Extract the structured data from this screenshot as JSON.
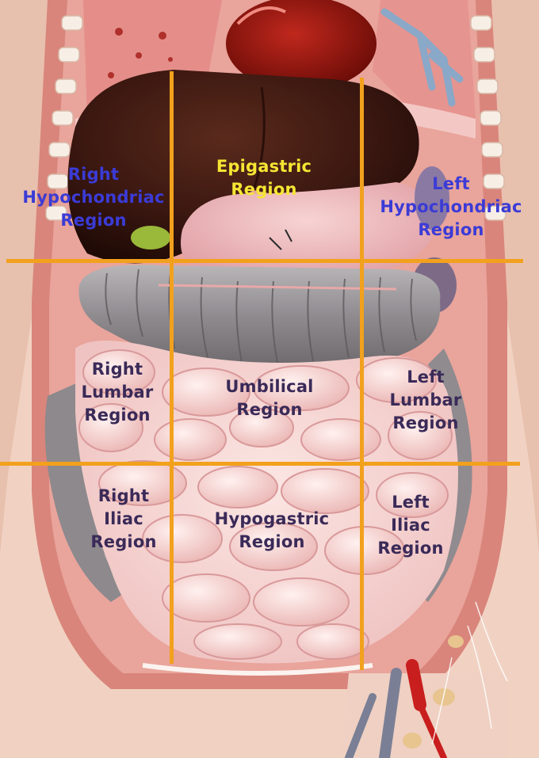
{
  "colors": {
    "grid_line": "#f2a11d",
    "label_dark": "#3a2a58",
    "label_blue": "#3b3bd6",
    "label_yellow": "#f5e633"
  },
  "regions": {
    "right_hypochondriac": {
      "lines": [
        "Right",
        "Hypochondriac",
        "Region"
      ]
    },
    "epigastric": {
      "lines": [
        "Epigastric",
        "Region"
      ]
    },
    "left_hypochondriac": {
      "lines": [
        "Left",
        "Hypochondriac",
        "Region"
      ]
    },
    "right_lumbar": {
      "lines": [
        "Right",
        "Lumbar",
        "Region"
      ]
    },
    "umbilical": {
      "lines": [
        "Umbilical",
        "Region"
      ]
    },
    "left_lumbar": {
      "lines": [
        "Left",
        "Lumbar",
        "Region"
      ]
    },
    "right_iliac": {
      "lines": [
        "Right",
        "Iliac",
        "Region"
      ]
    },
    "hypogastric": {
      "lines": [
        "Hypogastric",
        "Region"
      ]
    },
    "left_iliac": {
      "lines": [
        "Left",
        "Iliac",
        "Region"
      ]
    }
  }
}
